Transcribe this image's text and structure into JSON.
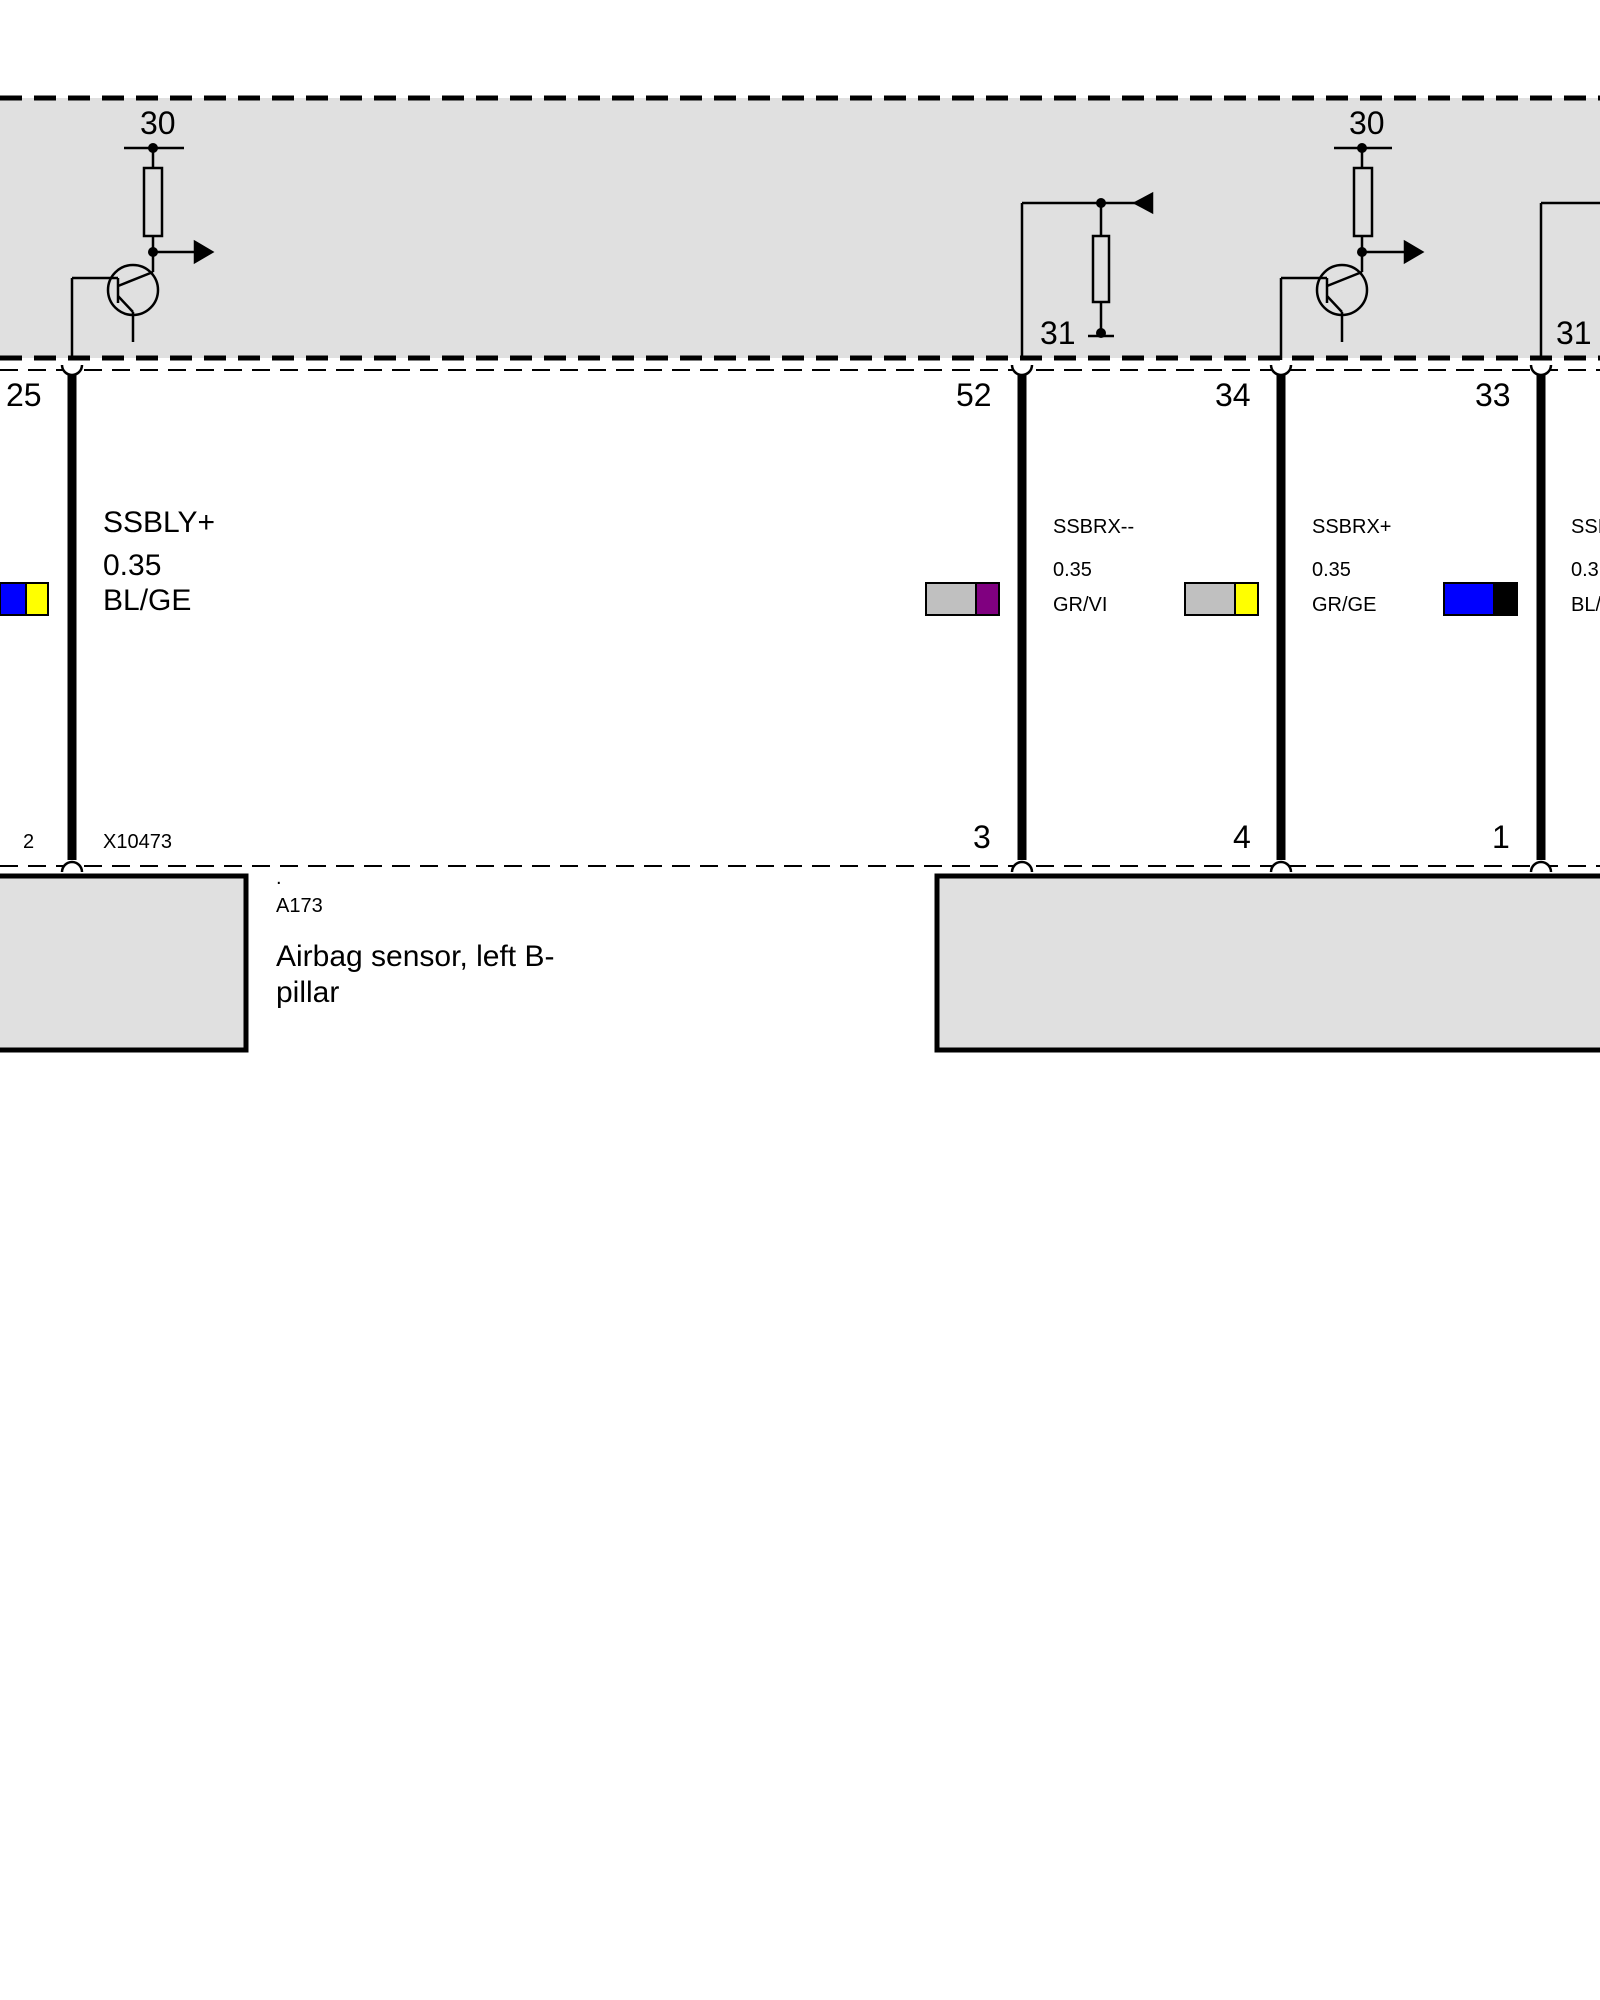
{
  "module_top": {
    "supply_terminal_left": "30",
    "supply_terminal_right": "30",
    "ground_terminal_mid": "31",
    "ground_terminal_right": "31"
  },
  "pins_top": [
    "25",
    "52",
    "34",
    "33"
  ],
  "wire_left": {
    "signal": "SSBLY+",
    "gauge": "0.35",
    "color_code": "BL/GE",
    "colors": [
      "#0000ff",
      "#ffff00"
    ]
  },
  "wire_52": {
    "signal": "SSBRX--",
    "gauge": "0.35",
    "color_code": "GR/VI",
    "colors": [
      "#c0c0c0",
      "#800080"
    ]
  },
  "wire_34": {
    "signal": "SSBRX+",
    "gauge": "0.35",
    "color_code": "GR/GE",
    "colors": [
      "#c0c0c0",
      "#ffff00"
    ]
  },
  "wire_33": {
    "signal": "SSI",
    "gauge": "0.3",
    "color_code": "BL/",
    "colors": [
      "#0000ff",
      "#000000"
    ]
  },
  "pins_bottom": [
    "2",
    "3",
    "4",
    "1"
  ],
  "connector_left": "X10473",
  "component_left": {
    "dot": ".",
    "id": "A173",
    "name_line1": "Airbag sensor, left B-",
    "name_line2": "pillar"
  }
}
